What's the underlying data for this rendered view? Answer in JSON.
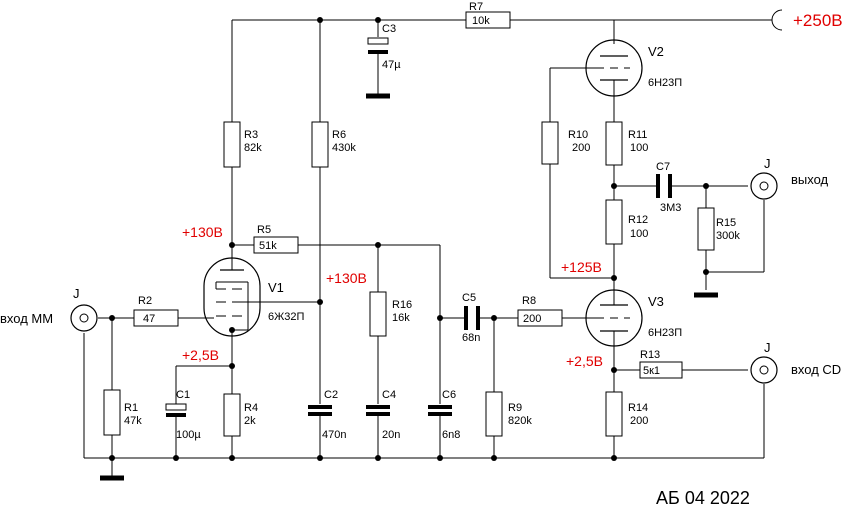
{
  "supply": {
    "voltage": "+250В"
  },
  "voltages": {
    "v1_plate": "+130В",
    "v1_screen": "+130В",
    "v1_cathode": "+2,5В",
    "v3_plate": "+125В",
    "v3_cathode": "+2,5В"
  },
  "tubes": [
    {
      "ref": "V1",
      "type": "6Ж32П"
    },
    {
      "ref": "V2",
      "type": "6Н23П"
    },
    {
      "ref": "V3",
      "type": "6Н23П"
    }
  ],
  "resistors": [
    {
      "ref": "R1",
      "value": "47k"
    },
    {
      "ref": "R2",
      "value": "47"
    },
    {
      "ref": "R3",
      "value": "82k"
    },
    {
      "ref": "R4",
      "value": "2k"
    },
    {
      "ref": "R5",
      "value": "51k"
    },
    {
      "ref": "R6",
      "value": "430k"
    },
    {
      "ref": "R7",
      "value": "10k"
    },
    {
      "ref": "R8",
      "value": "200"
    },
    {
      "ref": "R9",
      "value": "820k"
    },
    {
      "ref": "R10",
      "value": "200"
    },
    {
      "ref": "R11",
      "value": "100"
    },
    {
      "ref": "R12",
      "value": "100"
    },
    {
      "ref": "R13",
      "value": "5к1"
    },
    {
      "ref": "R14",
      "value": "200"
    },
    {
      "ref": "R15",
      "value": "300k"
    },
    {
      "ref": "R16",
      "value": "16k"
    }
  ],
  "capacitors": [
    {
      "ref": "C1",
      "value": "100µ"
    },
    {
      "ref": "C2",
      "value": "470n"
    },
    {
      "ref": "C3",
      "value": "47µ"
    },
    {
      "ref": "C4",
      "value": "20n"
    },
    {
      "ref": "C5",
      "value": "68n"
    },
    {
      "ref": "C6",
      "value": "6n8"
    },
    {
      "ref": "C7",
      "value": "3M3"
    }
  ],
  "connectors": {
    "jack_label": "J",
    "input_mm": "вход ММ",
    "input_cd": "вход CD",
    "output": "выход"
  },
  "signature": "АБ 04 2022"
}
